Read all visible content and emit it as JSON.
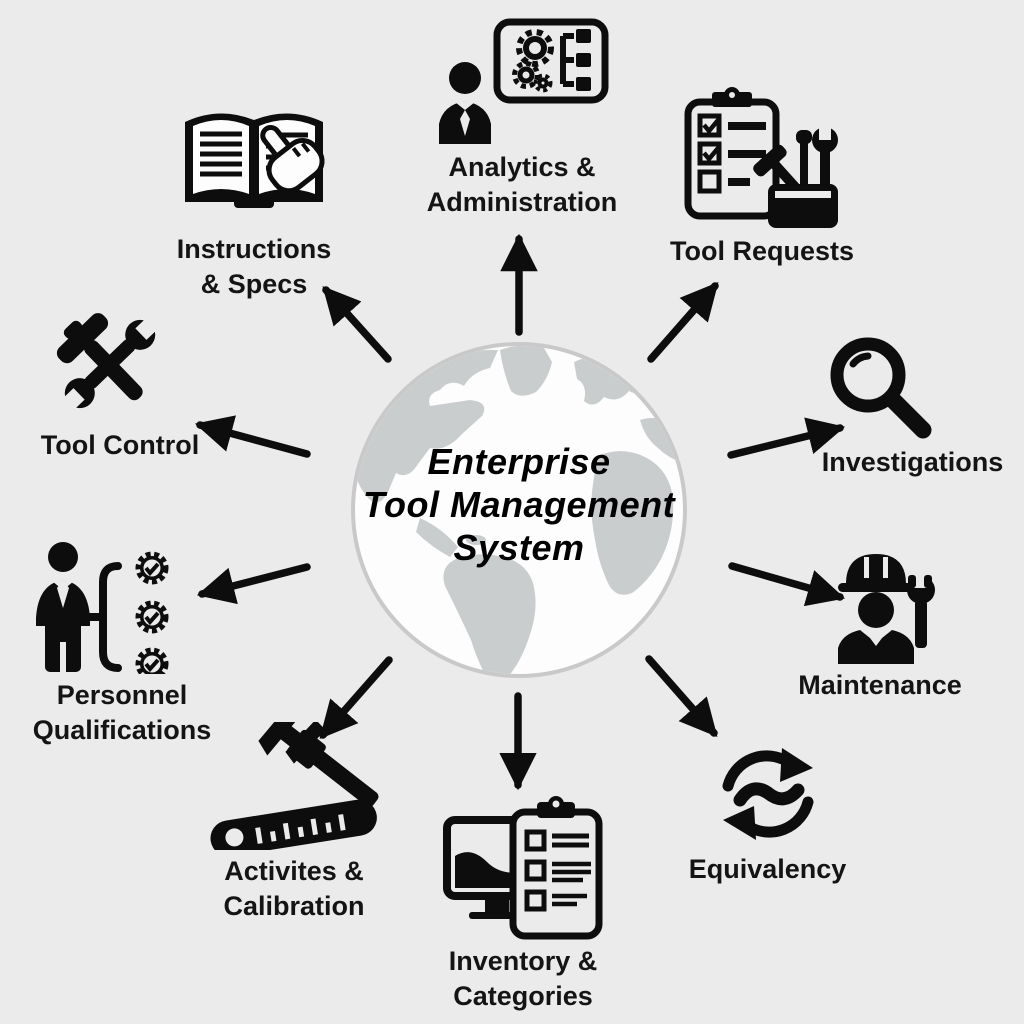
{
  "title": {
    "line1": "Enterprise",
    "line2": "Tool Management",
    "line3": "System"
  },
  "colors": {
    "background": "#ebebeb",
    "ink": "#0d0d0d",
    "globe_ocean": "#fdfdfd",
    "globe_land": "#c9cdce",
    "globe_rim": "#c9c9c9"
  },
  "center": {
    "icon": "globe-icon"
  },
  "nodes": {
    "analytics": {
      "label_line1": "Analytics &",
      "label_line2": "Administration",
      "icon": "analytics-admin-icon"
    },
    "tool_requests": {
      "label_line1": "Tool Requests",
      "icon": "clipboard-toolbox-icon"
    },
    "investigations": {
      "label_line1": "Investigations",
      "icon": "magnifier-icon"
    },
    "maintenance": {
      "label_line1": "Maintenance",
      "icon": "worker-wrench-icon"
    },
    "equivalency": {
      "label_line1": "Equivalency",
      "icon": "sync-equivalence-icon"
    },
    "inventory": {
      "label_line1": "Inventory &",
      "label_line2": "Categories",
      "icon": "monitor-checklist-icon"
    },
    "activities": {
      "label_line1": "Activites &",
      "label_line2": "Calibration",
      "icon": "caliper-ruler-icon"
    },
    "personnel": {
      "label_line1": "Personnel",
      "label_line2": "Qualifications",
      "icon": "person-badges-icon"
    },
    "tool_control": {
      "label_line1": "Tool Control",
      "icon": "hammer-wrench-icon"
    },
    "instructions": {
      "label_line1": "Instructions",
      "label_line2": "& Specs",
      "icon": "book-hand-icon"
    }
  },
  "connections": [
    {
      "from": "center",
      "to": "analytics",
      "direction": "up"
    },
    {
      "from": "center",
      "to": "tool_requests",
      "direction": "up-right"
    },
    {
      "from": "center",
      "to": "investigations",
      "direction": "right"
    },
    {
      "from": "center",
      "to": "maintenance",
      "direction": "down-right"
    },
    {
      "from": "center",
      "to": "equivalency",
      "direction": "down-right"
    },
    {
      "from": "center",
      "to": "inventory",
      "direction": "down"
    },
    {
      "from": "center",
      "to": "activities",
      "direction": "down-left"
    },
    {
      "from": "center",
      "to": "personnel",
      "direction": "left"
    },
    {
      "from": "center",
      "to": "tool_control",
      "direction": "left"
    },
    {
      "from": "center",
      "to": "instructions",
      "direction": "up-left"
    }
  ]
}
